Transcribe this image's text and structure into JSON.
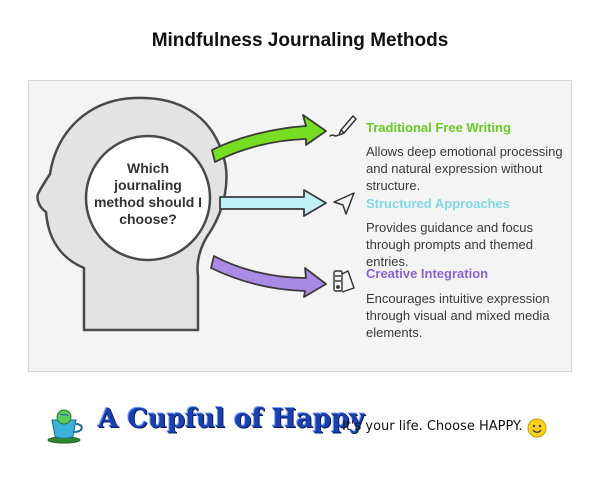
{
  "title": "Mindfulness Journaling Methods",
  "question": "Which journaling method should I choose?",
  "methods": [
    {
      "title": "Traditional Free Writing",
      "color": "#66cc22",
      "icon": "pen-icon",
      "description": "Allows deep emotional processing and natural expression without structure."
    },
    {
      "title": "Structured Approaches",
      "color": "#7fd8e6",
      "icon": "navigation-arrow-icon",
      "description": "Provides guidance and focus through prompts and themed entries."
    },
    {
      "title": "Creative Integration",
      "color": "#8a63d6",
      "icon": "art-palette-icon",
      "description": "Encourages intuitive expression through visual and mixed media elements."
    }
  ],
  "footer": {
    "brand": "A Cupful of Happy",
    "tagline": "It's your life. Choose HAPPY.",
    "logo_icon": "teacup-globe-icon",
    "smiley_icon": "smiley-face-icon"
  }
}
